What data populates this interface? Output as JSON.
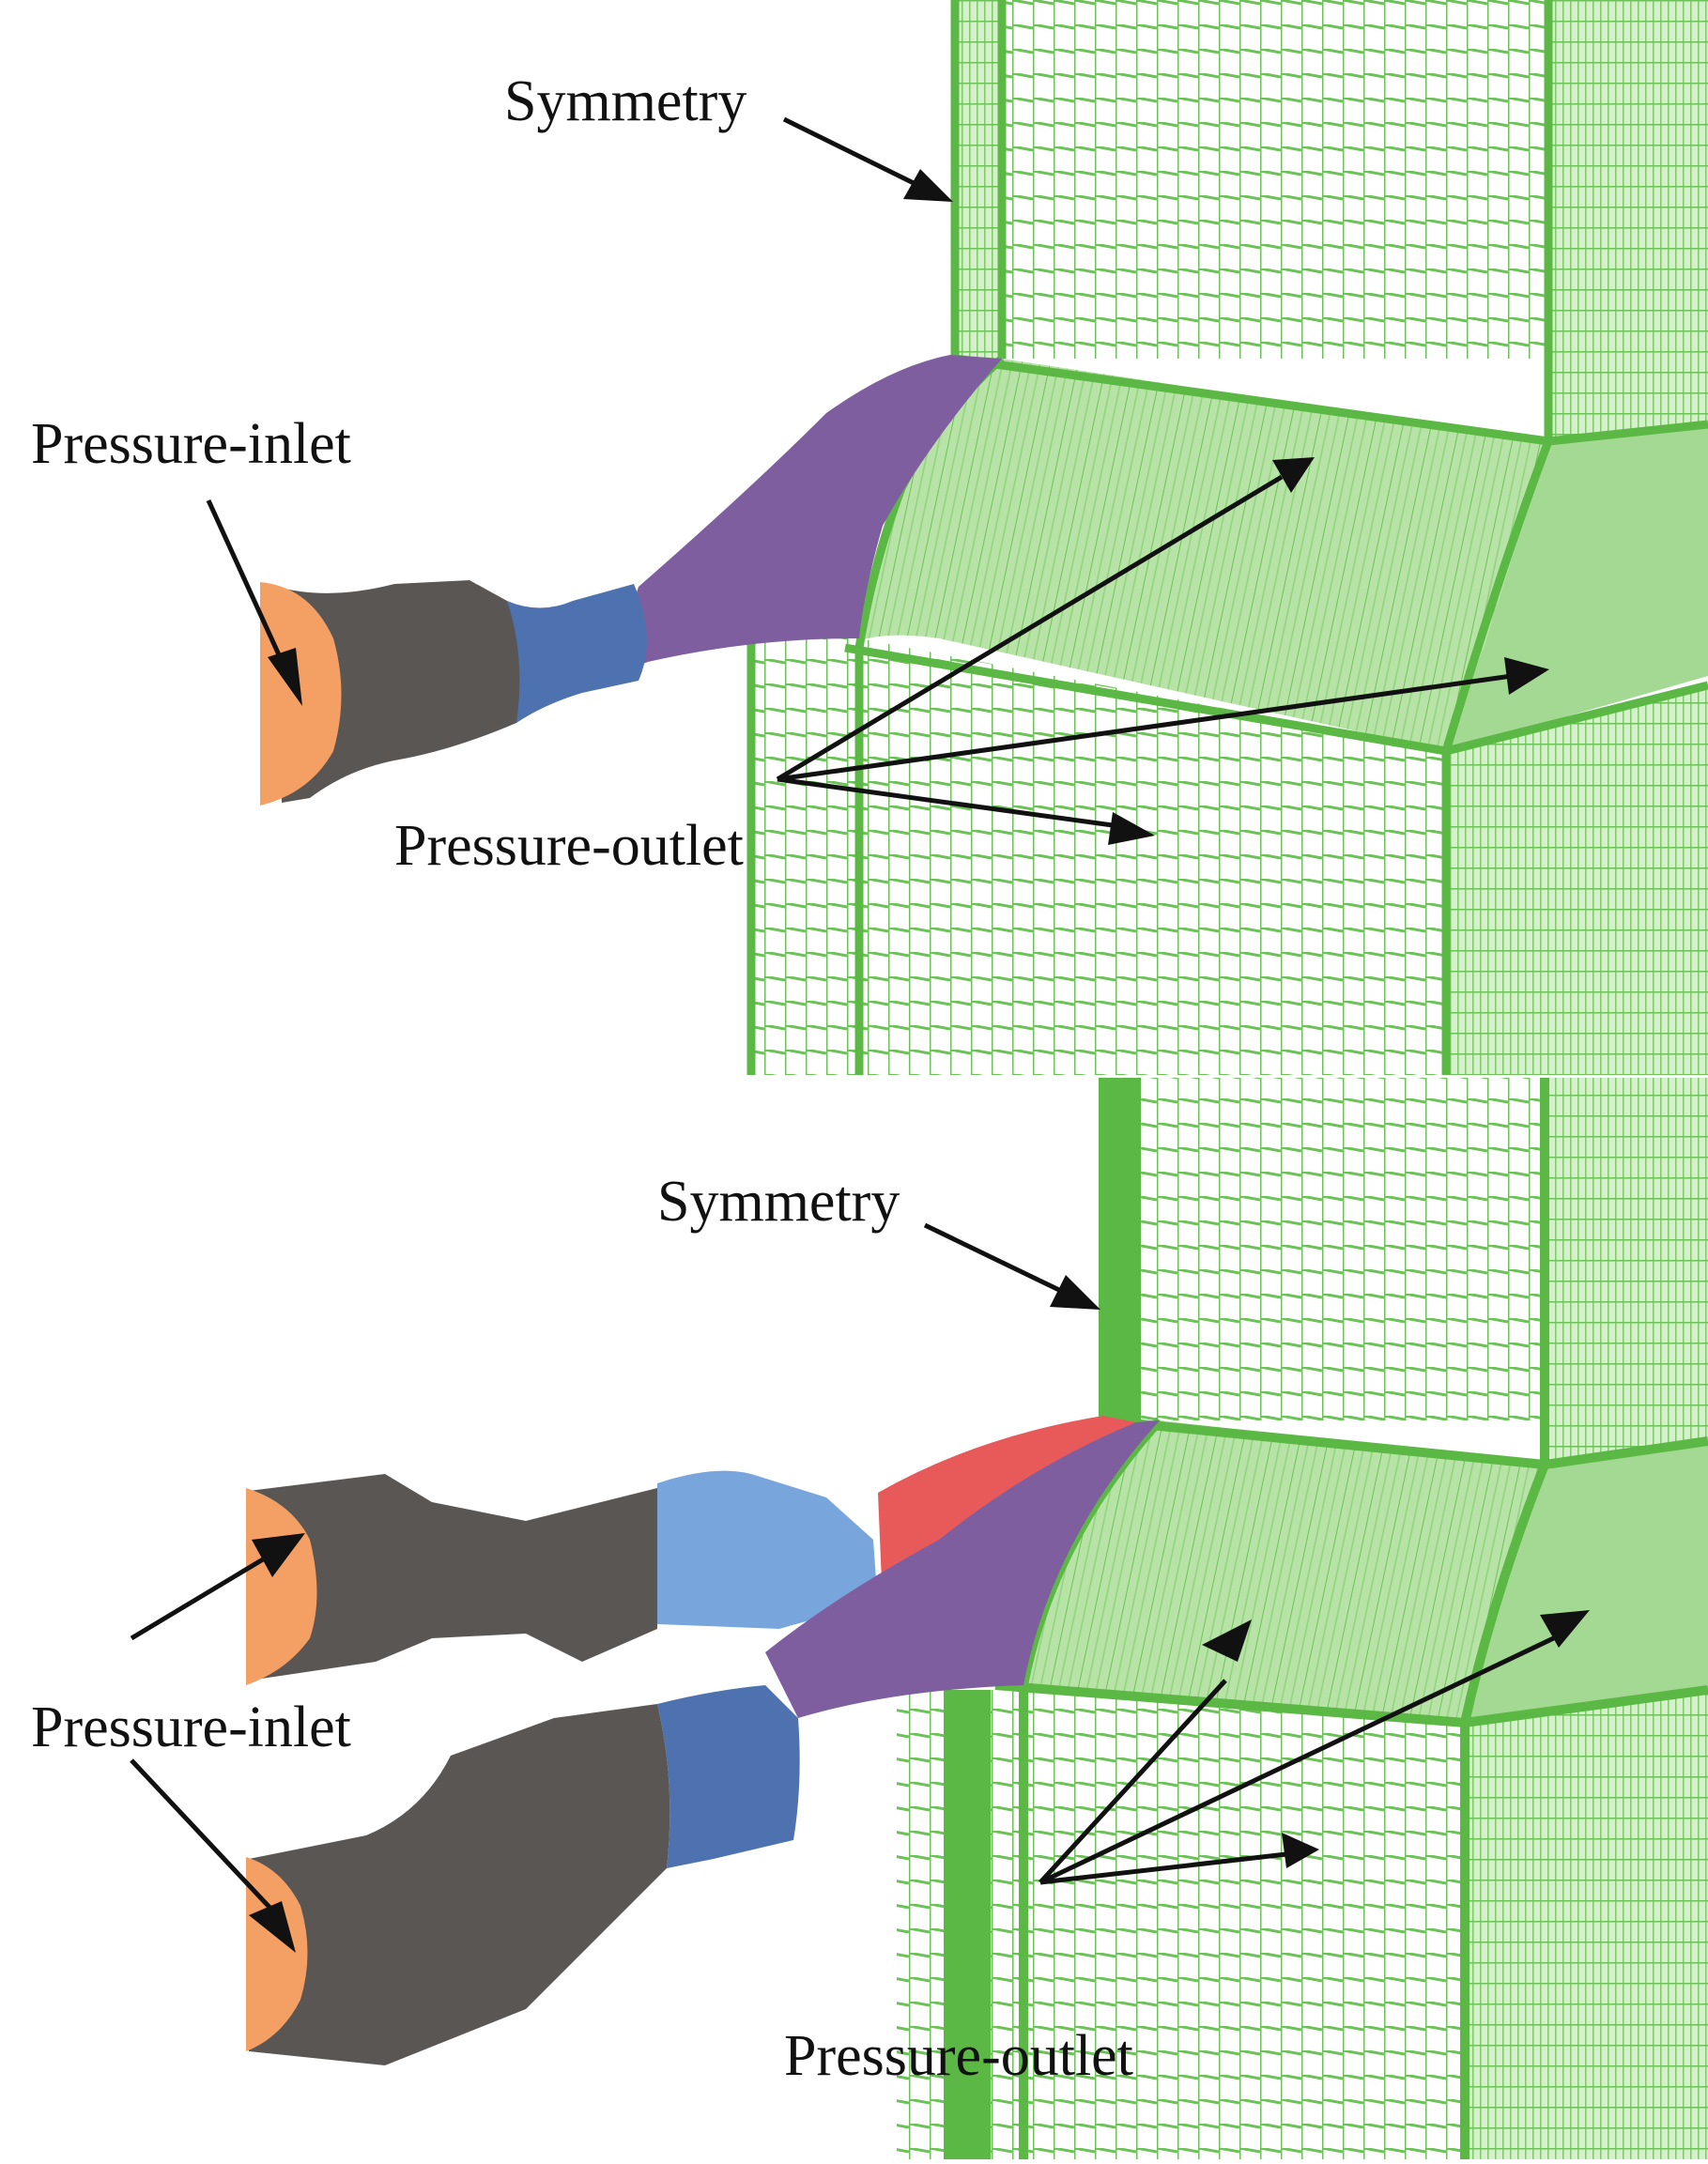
{
  "figure": {
    "panels": [
      {
        "id": "single-inlet",
        "labels": {
          "symmetry": "Symmetry",
          "inlet": "Pressure-inlet",
          "outlet": "Pressure-outlet"
        },
        "inlet_count": 1,
        "outlet_arrow_count": 3
      },
      {
        "id": "double-inlet",
        "labels": {
          "symmetry": "Symmetry",
          "inlet": "Pressure-inlet",
          "outlet": "Pressure-outlet"
        },
        "inlet_count": 2,
        "outlet_arrow_count": 3
      }
    ],
    "colors": {
      "mesh_green": "#5cb844",
      "mesh_light": "#a9dc98",
      "inlet_face_orange": "#f4a064",
      "nozzle_dark_gray": "#5a5653",
      "throat_blue": "#4e72b0",
      "throat_light_blue": "#78a6dc",
      "diffuser_purple": "#7f5ea0",
      "diffuser_red": "#e85a5a",
      "arrow_black": "#111111"
    }
  }
}
